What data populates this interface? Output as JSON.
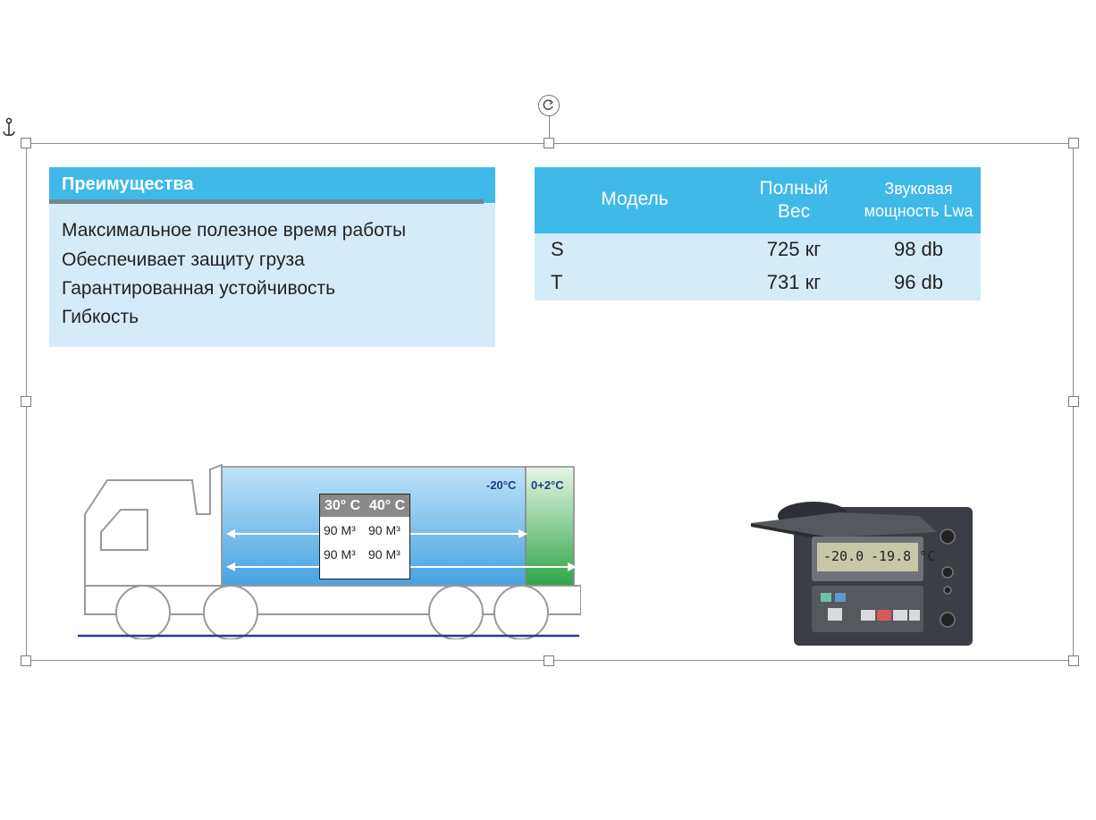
{
  "advantages": {
    "title": "Преимущества",
    "items": [
      "Максимальное полезное время работы",
      "Обеспечивает защиту груза",
      "Гарантированная устойчивость",
      "Гибкость"
    ]
  },
  "spec_table": {
    "headers": {
      "model": "Модель",
      "weight_line1": "Полный",
      "weight_line2": "Вес",
      "sound_line1": "Звуковая",
      "sound_line2": "мощность Lwa"
    },
    "rows": [
      {
        "model": "S",
        "weight": "725 кг",
        "sound": "98 db"
      },
      {
        "model": "T",
        "weight": "731 кг",
        "sound": "96 db"
      }
    ]
  },
  "truck_diagram": {
    "temp_headers": [
      "30° C",
      "40° C"
    ],
    "capacity_rows": [
      [
        "90 M³",
        "90 M³"
      ],
      [
        "90 M³",
        "90 M³"
      ]
    ],
    "zone_labels": [
      "-20°C",
      "0+2°C"
    ]
  },
  "controller": {
    "display_left": "-20.0",
    "display_right": "-19.8 °C"
  },
  "colors": {
    "header_blue": "#3fb9e9",
    "body_light_blue": "#d4ecfa",
    "underline_gray": "#6e8794"
  }
}
